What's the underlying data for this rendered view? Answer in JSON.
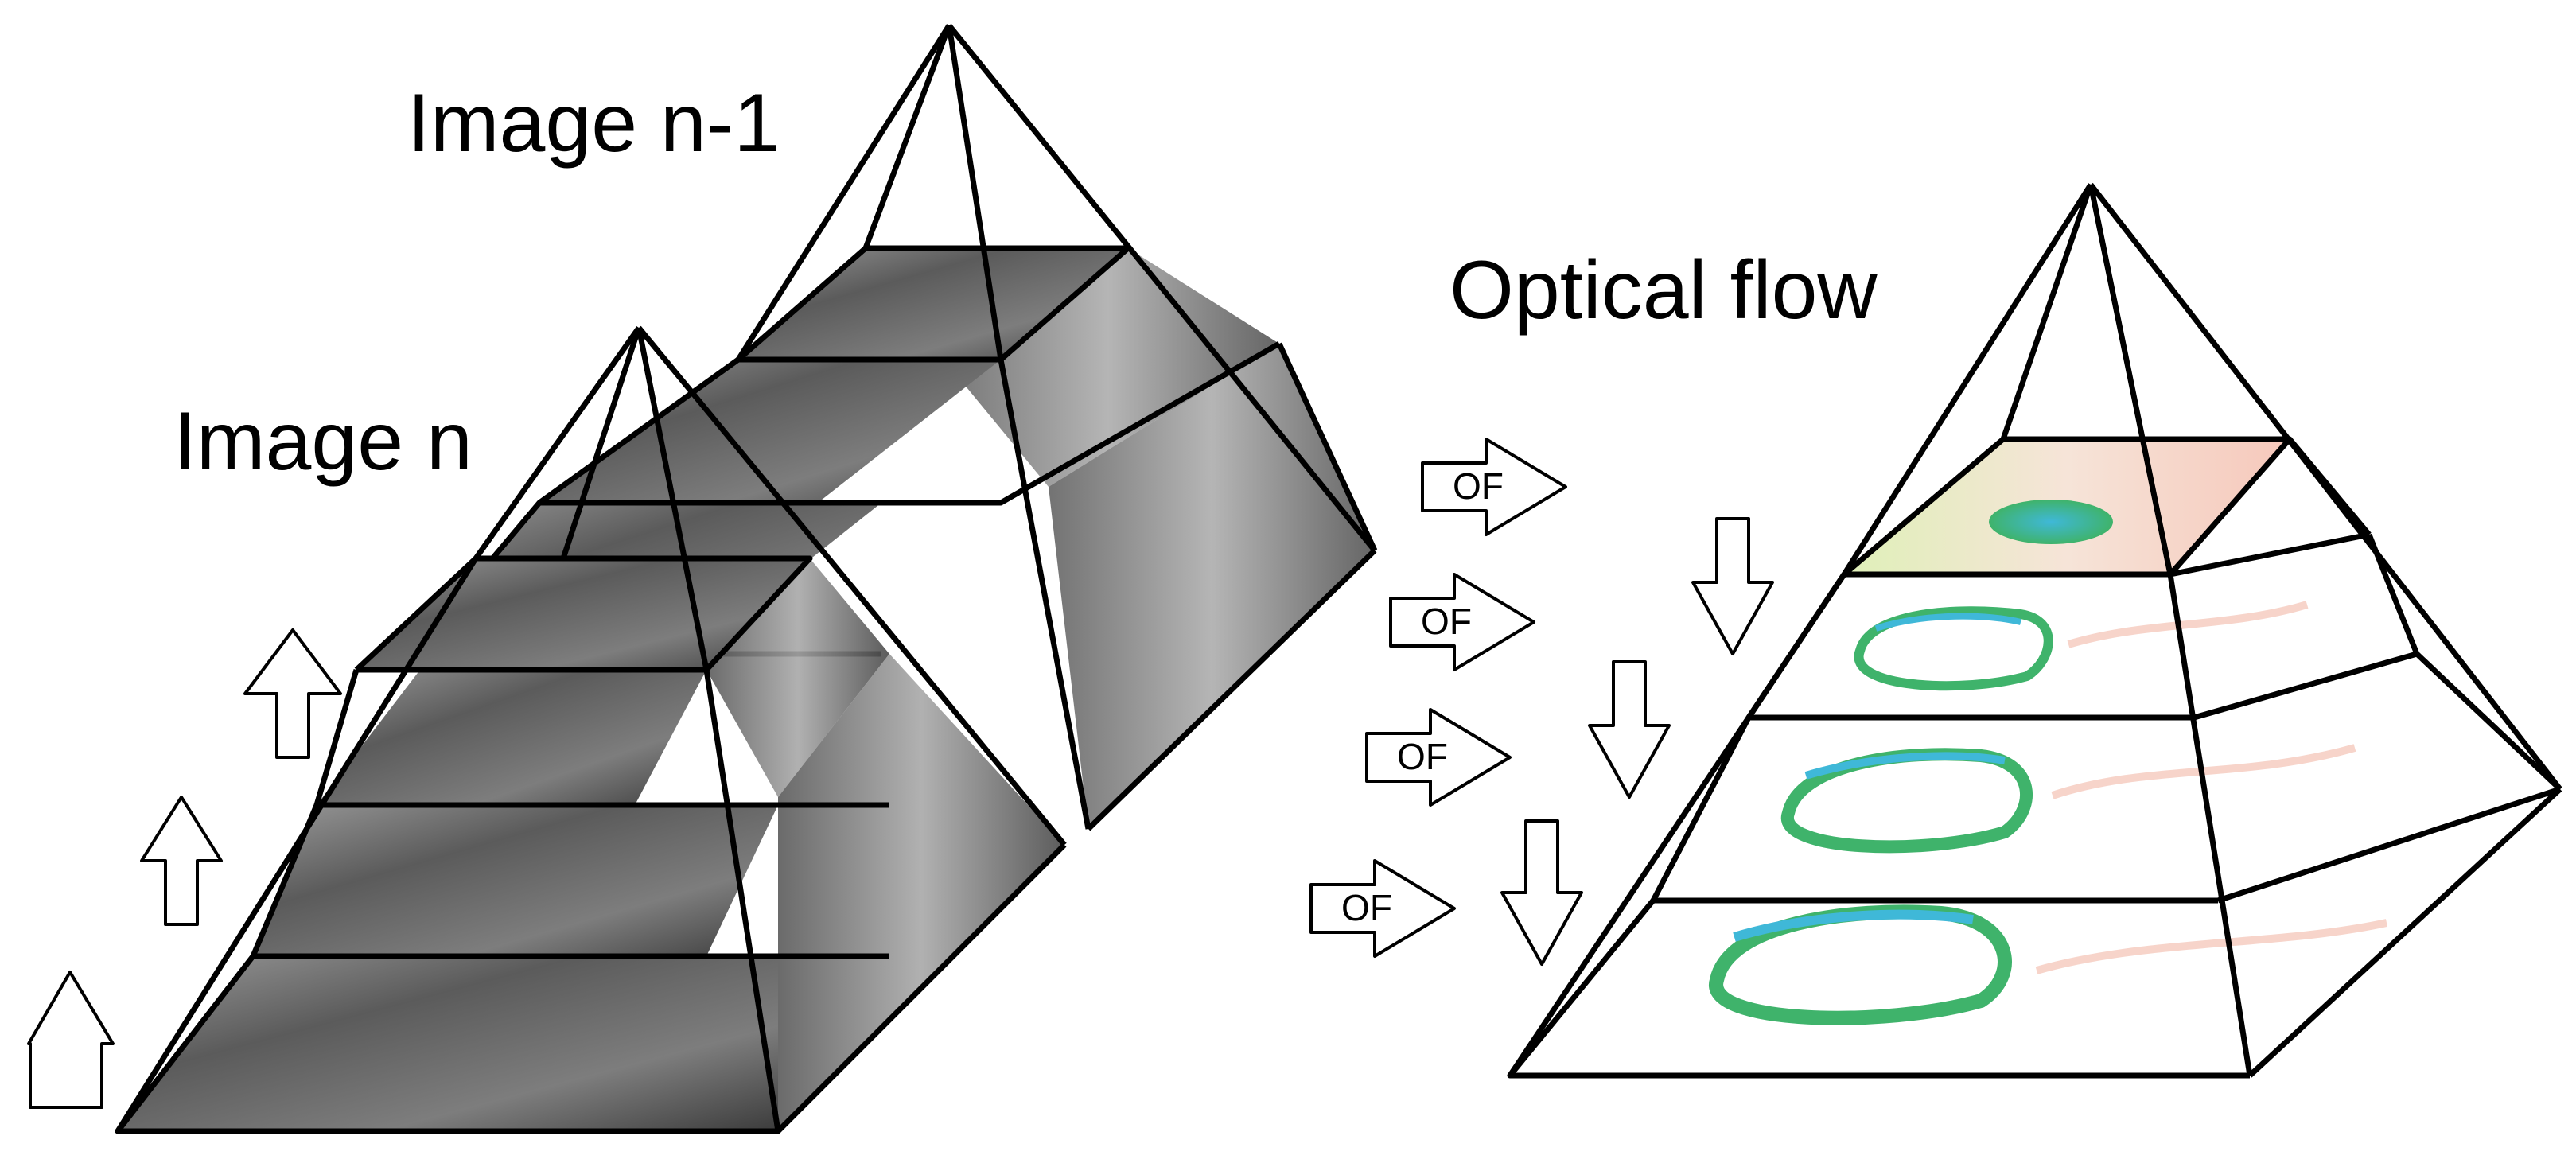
{
  "labels": {
    "image_prev": "Image n-1",
    "image_cur": "Image n",
    "optical_flow": "Optical flow"
  },
  "of_arrows": [
    "OF",
    "OF",
    "OF",
    "OF"
  ],
  "colors": {
    "stroke": "#000000",
    "photo_dark": "#3a3a3a",
    "photo_mid": "#8a8a8a",
    "photo_light": "#d8d8d8",
    "flow_green": "#3fb36b",
    "flow_cyan": "#3fb8d8",
    "flow_pink": "#f4c2b4",
    "flow_yellow": "#e9ef9a"
  },
  "icons": [
    "up-arrow-icon",
    "down-arrow-icon",
    "right-arrow-icon"
  ]
}
